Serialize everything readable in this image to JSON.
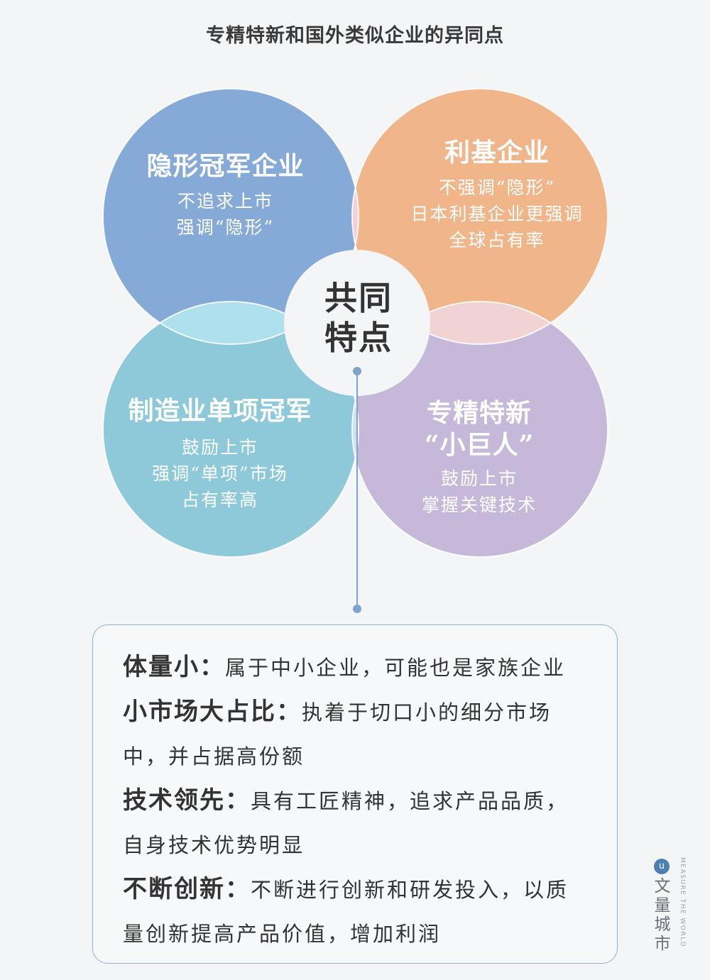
{
  "title": "专精特新和国外类似企业的异同点",
  "center": {
    "line1": "共同",
    "line2": "特点"
  },
  "circles": [
    {
      "title": "隐形冠军企业",
      "lines": [
        "不追求上市",
        "强调“隐形”"
      ],
      "color": "#86aad7"
    },
    {
      "title": "利基企业",
      "lines": [
        "不强调“隐形”",
        "日本利基企业更强调",
        "全球占有率"
      ],
      "color": "#f0b68a"
    },
    {
      "title": "制造业单项冠军",
      "lines": [
        "鼓励上市",
        "强调“单项”市场",
        "占有率高"
      ],
      "color": "#8ec9da"
    },
    {
      "title_line1": "专精特新",
      "title_line2": "“小巨人”",
      "lines": [
        "鼓励上市",
        "掌握关键技术"
      ],
      "color": "#c6b8d8"
    }
  ],
  "points": [
    {
      "head": "体量小：",
      "text": "属于中小企业，可能也是家族企业"
    },
    {
      "head": "小市场大占比：",
      "text": "执着于切口小的细分市场中，并占据高份额"
    },
    {
      "head": "技术领先：",
      "text": "具有工匠精神，追求产品品质，自身技术优势明显"
    },
    {
      "head": "不断创新：",
      "text": "不断进行创新和研发投入，以质量创新提高产品价值，增加利润"
    }
  ],
  "brand": {
    "name": "文量城市",
    "en": "MEASURE THE WORLD",
    "logo": "u"
  }
}
